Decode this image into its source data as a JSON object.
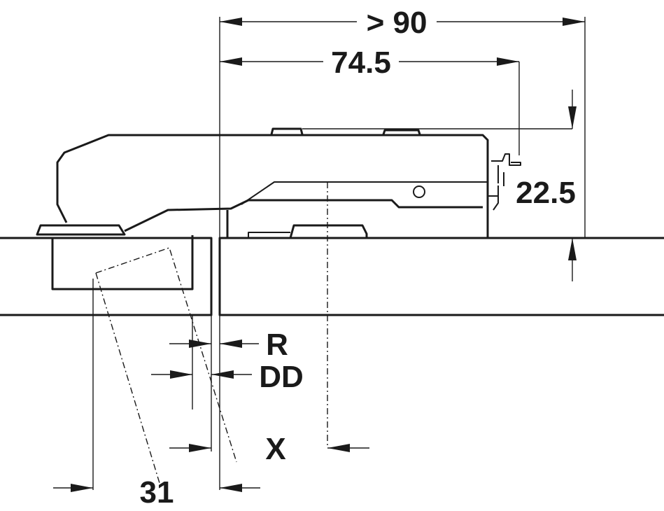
{
  "diagram": {
    "subject": "concealed cabinet hinge, top view, mounted on side panel with door",
    "colors": {
      "line": "#1a1a1a",
      "background": "#ffffff"
    },
    "dimensions": {
      "overall_width": "> 90",
      "arm_length": "74.5",
      "mounting_height": "22.5",
      "overlay": "R",
      "door_distance": "DD",
      "offset": "X",
      "cup_bore": "31"
    }
  }
}
